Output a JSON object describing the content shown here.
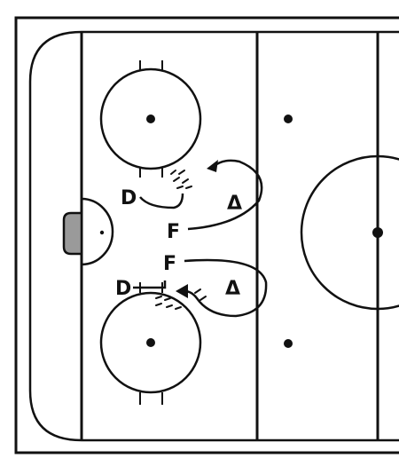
{
  "diagram": {
    "colors": {
      "ink": "#111111",
      "board": "#ffffff",
      "goal_fill": "#9a9a9a"
    },
    "players": {
      "defense_top": "D",
      "forward_top": "F",
      "forward_bottom": "F",
      "defense_bottom": "D",
      "triangle_top": "Δ",
      "triangle_bottom": "Δ"
    }
  }
}
